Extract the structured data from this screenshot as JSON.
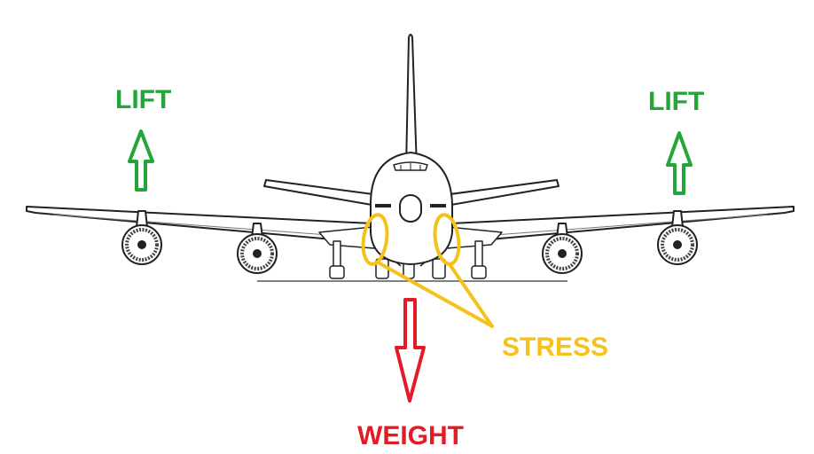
{
  "labels": {
    "lift_left": "LIFT",
    "lift_right": "LIFT",
    "weight": "WEIGHT",
    "stress": "STRESS"
  },
  "colors": {
    "lift": "#22a63a",
    "weight": "#e21b24",
    "stress": "#f5c21b",
    "outline": "#222222"
  },
  "icons": {
    "lift_arrow": "arrow-up-outline-icon",
    "weight_arrow": "arrow-down-outline-icon",
    "aircraft": "jumbo-jet-front-view"
  }
}
